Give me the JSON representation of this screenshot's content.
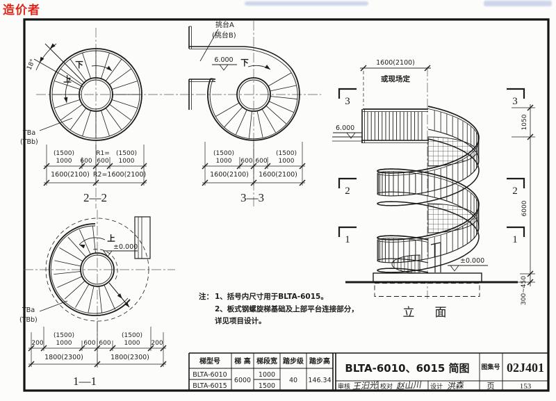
{
  "colors": {
    "ink": "#1c1c1c",
    "watermark_red": "#e0251b",
    "stamp_blue": "#5a74c8",
    "paper": "#fcfcfa"
  },
  "watermark": {
    "text": "造价者"
  },
  "plans": {
    "plan22": {
      "title": "2—2",
      "angle": "18°",
      "down": "下",
      "up": "上",
      "tba": "TBa",
      "tbb": "(TBb)",
      "tier1": [
        {
          "l1": "(1500)",
          "l2": "1000"
        },
        {
          "l1": "600"
        },
        {
          "l1": "R1=",
          "l2": "600"
        },
        {
          "l1": "(1500)",
          "l2": "1000"
        }
      ],
      "tier2": [
        "1600(2100)",
        "R2=1600(2100)"
      ]
    },
    "plan33": {
      "title": "3—3",
      "plat_a": "挑台A",
      "plat_b": "(挑台B)",
      "level": "6.000",
      "down": "下",
      "tier1": [
        {
          "l1": "(1500)",
          "l2": "1000"
        },
        {
          "l1": "600"
        },
        {
          "l1": "600"
        },
        {
          "l1": "(1500)",
          "l2": "1000"
        }
      ],
      "tier2": [
        "1600(2100)",
        "1600(2100)"
      ]
    },
    "plan11": {
      "title": "1—1",
      "up": "上",
      "level": "±0.000",
      "tba": "TBa",
      "tbb": "(TBb)",
      "tier1": [
        {
          "l1": "200"
        },
        {
          "l1": "(1500)",
          "l2": "1000"
        },
        {
          "l1": "600"
        },
        {
          "l1": "600"
        },
        {
          "l1": "(1500)",
          "l2": "1000"
        },
        {
          "l1": "200"
        }
      ],
      "tier2": [
        "1800(2300)",
        "1800(2300)"
      ]
    }
  },
  "elevation": {
    "title": "立　面",
    "top_dim": "1600(2100)",
    "site_note": "或现场定",
    "level_top": "6.000",
    "level_zero": "±0.000",
    "dims": {
      "upper": "1050",
      "main": "6000",
      "lower": "300~450"
    },
    "markers": [
      "3",
      "2",
      "1"
    ]
  },
  "notes": {
    "prefix": "注：",
    "items": [
      "1、括号内尺寸用于BLTA-6015。",
      "2、板式钢螺旋梯基础及上部平台连接部分，",
      "详见项目设计。"
    ]
  },
  "spec_table": {
    "headers": [
      "梯型号",
      "梯 高",
      "梯段宽",
      "踏步级",
      "踏步高"
    ],
    "rows": [
      [
        "BLTA-6010",
        "6000",
        "1000",
        "40",
        "146.34"
      ],
      [
        "BLTA-6015",
        "",
        "1500",
        "",
        ""
      ]
    ]
  },
  "title_block": {
    "title": "BLTA-6010、6015 简图",
    "atlas_label": "图集号",
    "atlas_no": "02J401",
    "page_label": "页",
    "page_no": "153",
    "reviewer_label": "审核",
    "reviewer": "王汩光",
    "checker_label": "校对",
    "checker": "赵山川",
    "designer_label": "设计",
    "designer": "洪森"
  }
}
